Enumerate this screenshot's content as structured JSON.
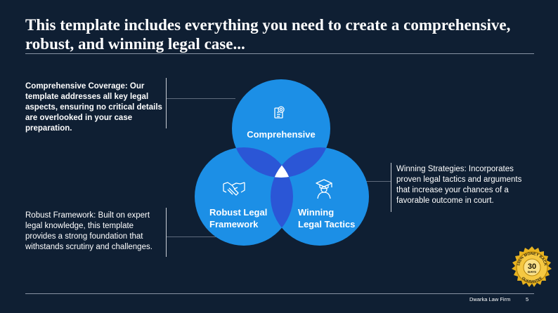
{
  "slide": {
    "title": "This template includes everything you need to create a comprehensive, robust, and winning legal case...",
    "callouts": {
      "coverage": "Comprehensive Coverage: Our template addresses all key legal aspects, ensuring no critical details are overlooked in your case preparation.",
      "robust": "Robust Framework: Built on expert legal knowledge, this template provides a strong foundation that withstands scrutiny and challenges.",
      "winning": "Winning Strategies: Incorporates proven legal tactics and arguments that increase your chances of a favorable outcome in court."
    },
    "venn": {
      "comprehensive": "Comprehensive",
      "robust_line1": "Robust Legal",
      "robust_line2": "Framework",
      "winning_line1": "Winning",
      "winning_line2": "Legal Tactics"
    },
    "footer": {
      "firm": "Dwarka Law Firm",
      "page": "5"
    },
    "seal": {
      "top_text": "100% MONEY BACK",
      "number": "30",
      "unit": "DAYS",
      "bottom_text": "GUARANTEE"
    }
  },
  "colors": {
    "background": "#0f1f33",
    "circle": "#1c8fe6",
    "overlap": "#2b56d6",
    "center": "#ffffff",
    "seal_gold": "#e8b320"
  },
  "icons": {
    "comprehensive": "magnifier-document-icon",
    "robust": "handshake-icon",
    "winning": "graduate-icon"
  }
}
